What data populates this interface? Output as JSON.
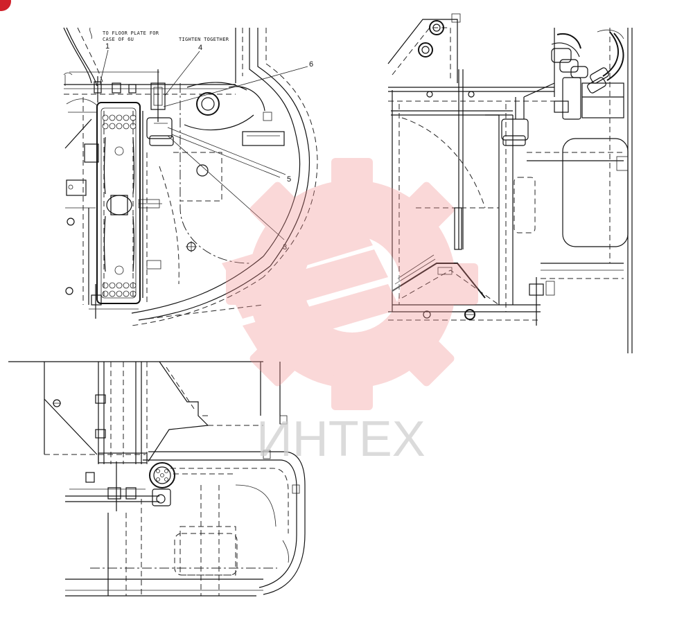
{
  "annotations": {
    "floor_plate_line1": "TO FLOOR PLATE FOR",
    "floor_plate_line2": "CASE OF 6U",
    "tighten": "TIGHTEN TOGETHER"
  },
  "callouts": {
    "c1": "1",
    "c3": "3",
    "c4": "4",
    "c5": "5",
    "c6": "6"
  },
  "watermark": {
    "text": "ИНТЕХ",
    "color": "#f0a0a0"
  },
  "colors": {
    "corner_badge": "#d0202a",
    "ink": "#111111"
  }
}
